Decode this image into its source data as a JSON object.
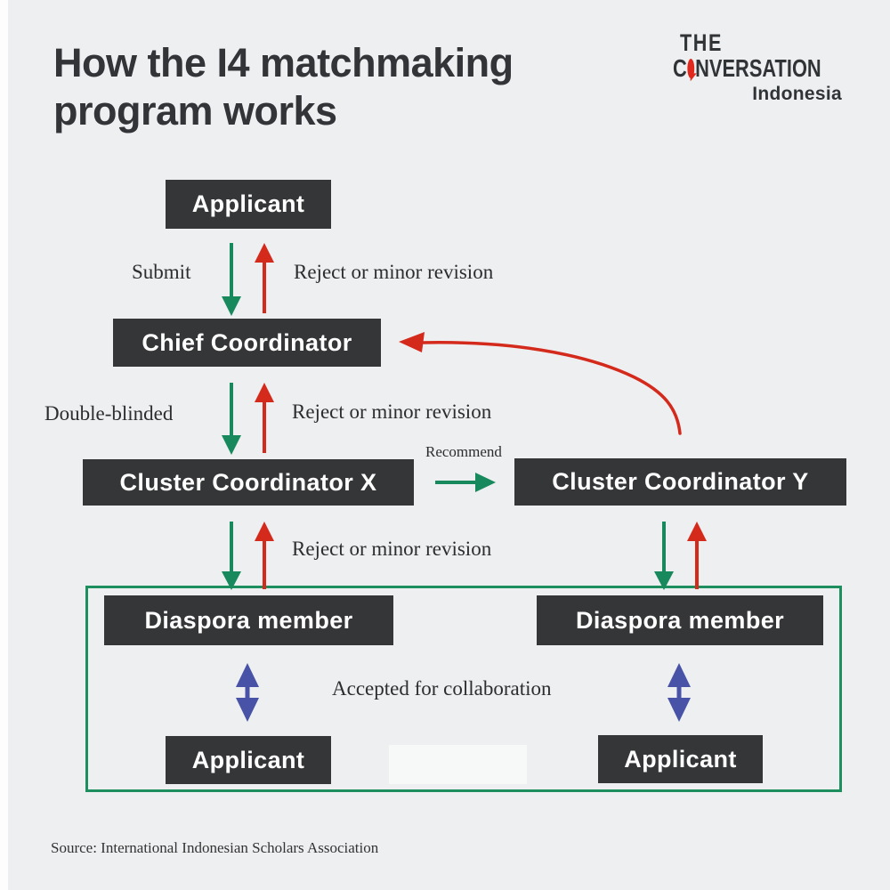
{
  "header": {
    "title_line1": "How the I4 matchmaking",
    "title_line2": "program works",
    "logo": {
      "the": "THE",
      "conv_pre": "C",
      "conv_post": "NVERSATION",
      "region": "Indonesia"
    }
  },
  "flow": {
    "nodes": {
      "applicant_top": "Applicant",
      "chief": "Chief Coordinator",
      "cluster_x": "Cluster Coordinator X",
      "cluster_y": "Cluster Coordinator Y",
      "diaspora_left": "Diaspora member",
      "diaspora_right": "Diaspora member",
      "applicant_bottom_left": "Applicant",
      "applicant_bottom_right": "Applicant"
    },
    "edges": {
      "submit": {
        "label": "Submit",
        "direction": "down",
        "color": "green"
      },
      "reject_applicant": {
        "label": "Reject or minor revision",
        "direction": "up",
        "color": "red"
      },
      "double_blinded": {
        "label": "Double-blinded",
        "direction": "down",
        "color": "green"
      },
      "reject_chief": {
        "label": "Reject or minor revision",
        "direction": "up",
        "color": "red"
      },
      "recommend": {
        "label": "Recommend",
        "direction": "right",
        "color": "green"
      },
      "reject_cluster": {
        "label": "Reject or minor revision",
        "direction": "up",
        "color": "red"
      },
      "return_to_chief": {
        "label": "",
        "direction": "curve-left",
        "color": "red"
      },
      "collaboration": {
        "label": "Accepted for collaboration",
        "direction": "both",
        "color": "blue"
      }
    }
  },
  "footer": {
    "source": "Source: International Indonesian Scholars Association"
  },
  "colors": {
    "background": "#eeeff1",
    "node_fill": "#343638",
    "node_text": "#ffffff",
    "arrow_green": "#18895c",
    "arrow_red": "#d42a1c",
    "arrow_blue": "#4852a6",
    "outline_green": "#1d8e5e",
    "logo_red": "#e0281c",
    "text_dark": "#2b2d2e"
  }
}
